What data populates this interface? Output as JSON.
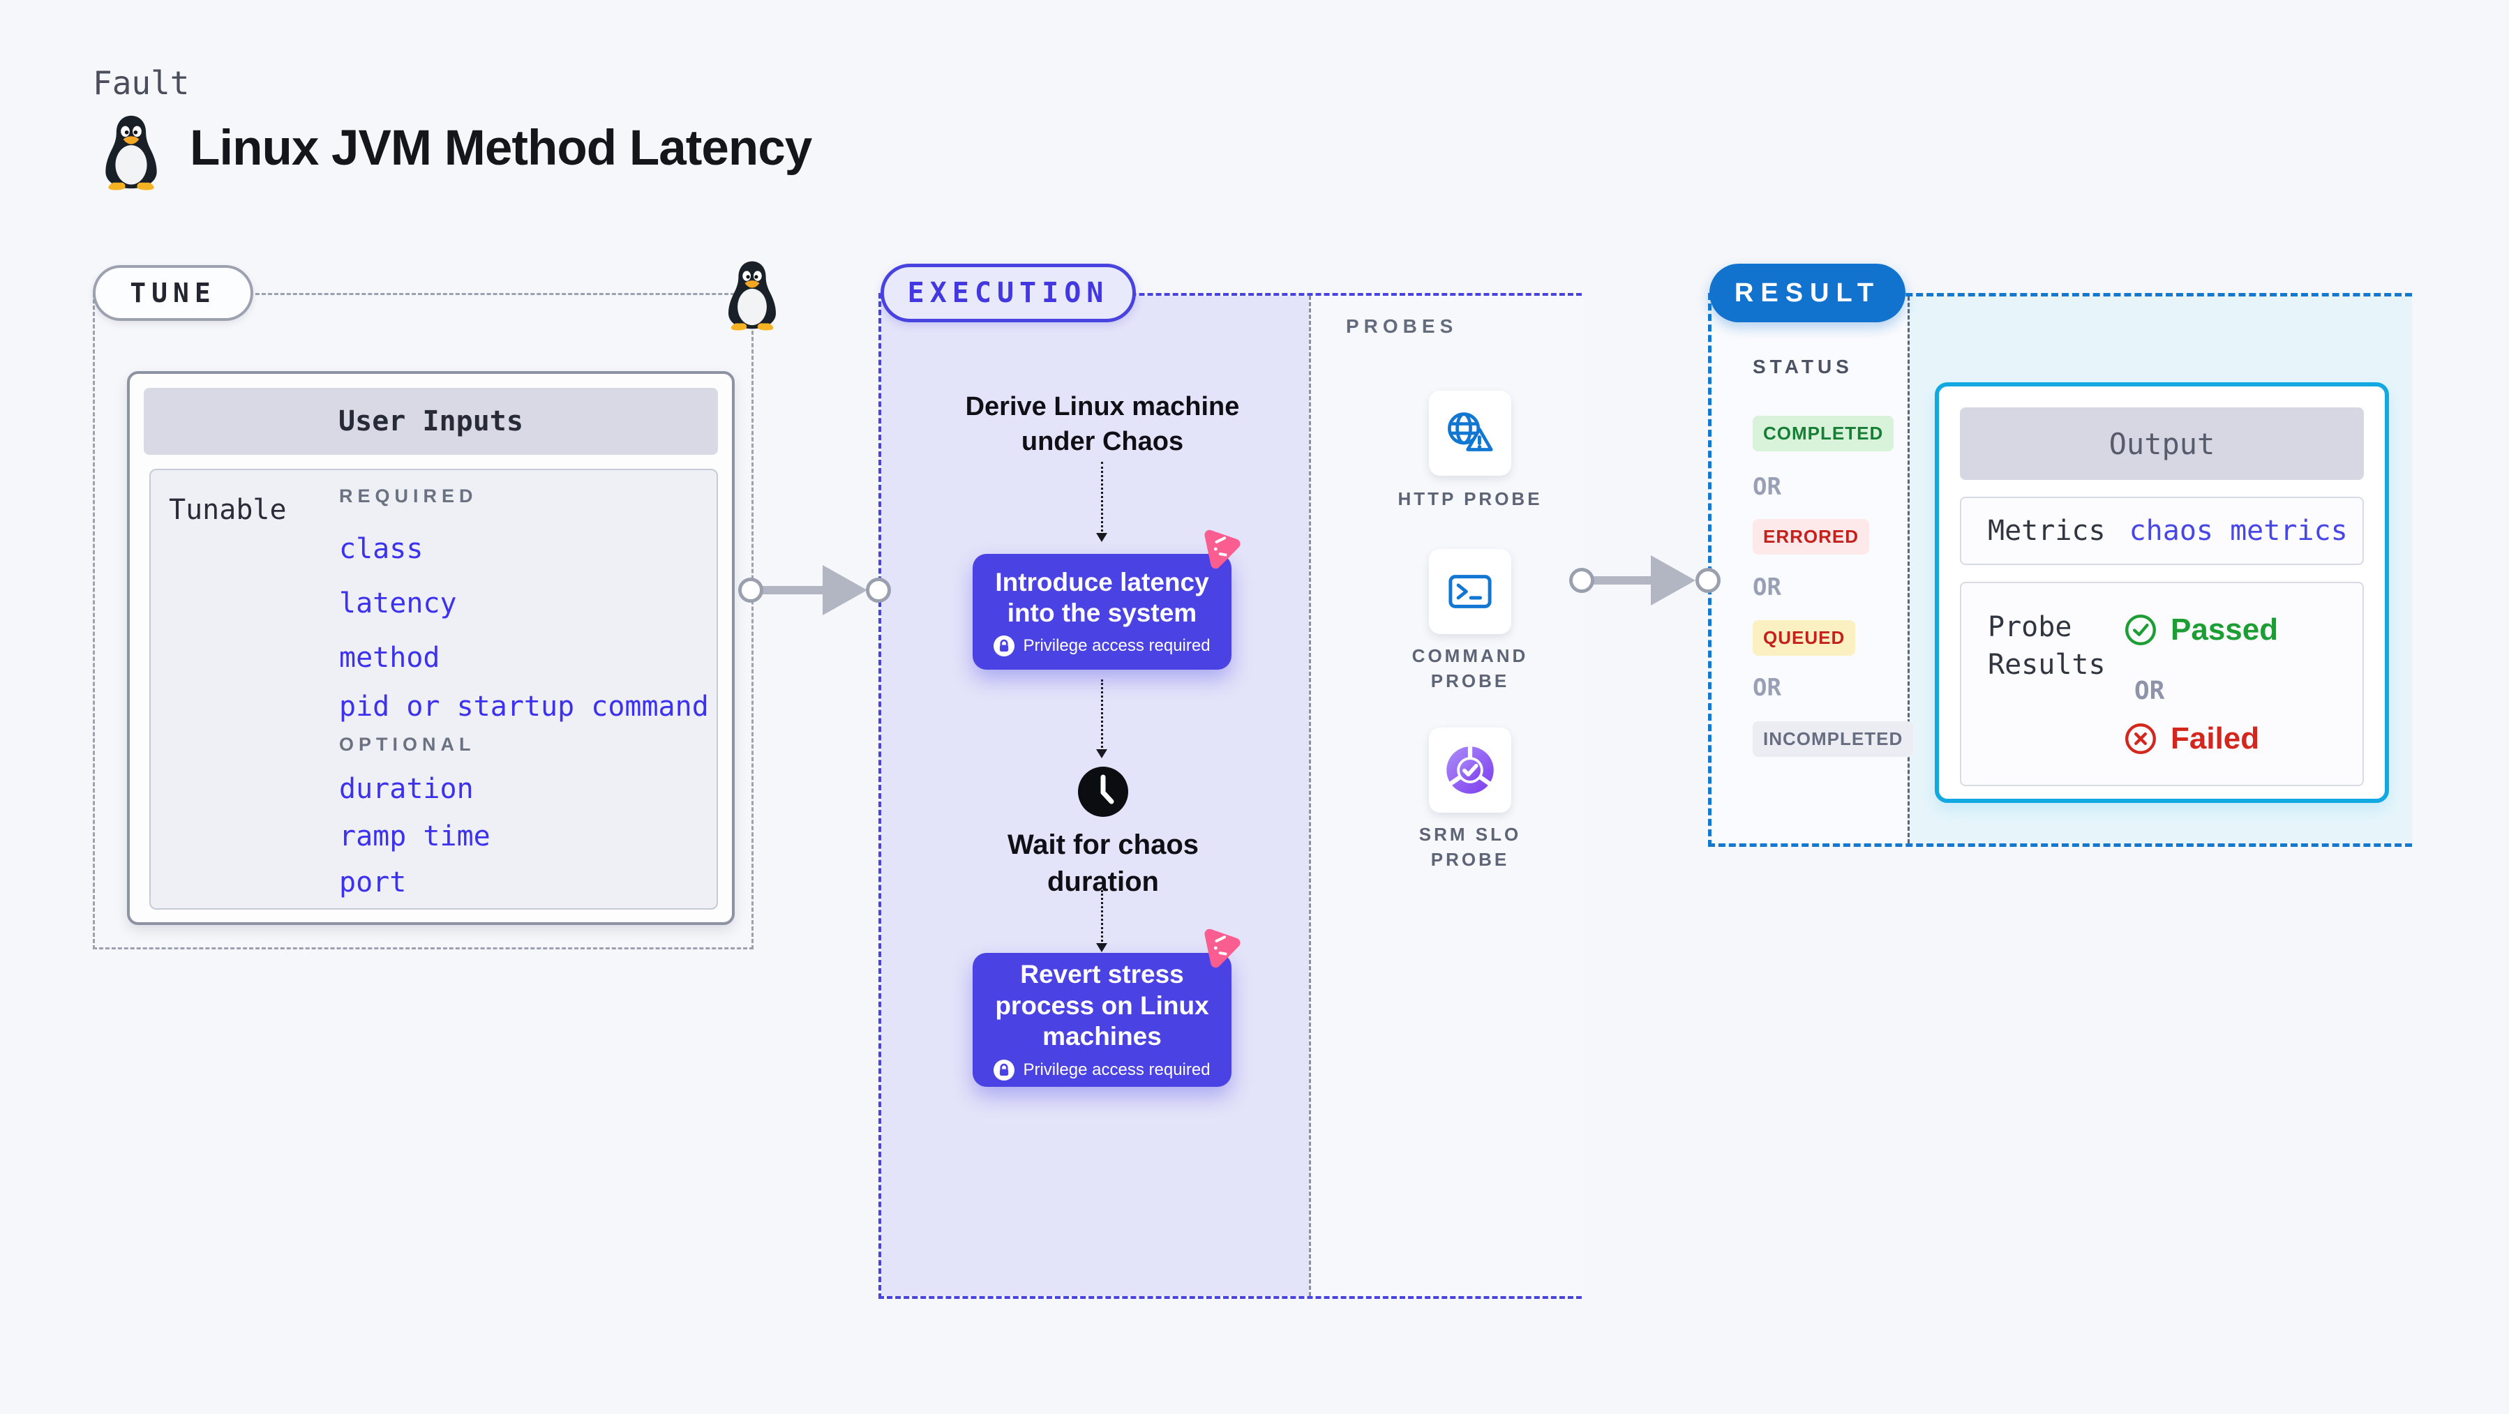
{
  "header": {
    "fault_label": "Fault",
    "title": "Linux JVM Method Latency"
  },
  "tune": {
    "badge": "TUNE",
    "table_title": "User Inputs",
    "row_label": "Tunable",
    "required_label": "REQUIRED",
    "optional_label": "OPTIONAL",
    "required_items": [
      "class",
      "latency",
      "method",
      "pid or startup command"
    ],
    "optional_items": [
      "duration",
      "ramp time",
      "port"
    ]
  },
  "execution": {
    "badge": "EXECUTION",
    "step_derive": "Derive Linux machine\nunder Chaos",
    "step_introduce": {
      "title": "Introduce latency\ninto the system",
      "note": "Privilege access required"
    },
    "step_wait": "Wait for chaos\nduration",
    "step_revert": {
      "title": "Revert stress\nprocess on Linux\nmachines",
      "note": "Privilege access required"
    }
  },
  "probes": {
    "label": "PROBES",
    "items": [
      {
        "name": "HTTP PROBE",
        "icon": "globe-alert-icon"
      },
      {
        "name": "COMMAND\nPROBE",
        "icon": "terminal-icon"
      },
      {
        "name": "SRM SLO\nPROBE",
        "icon": "slo-gauge-icon"
      }
    ]
  },
  "result": {
    "badge": "RESULT",
    "status_label": "STATUS",
    "or_label": "OR",
    "statuses": [
      {
        "label": "COMPLETED",
        "type": "success"
      },
      {
        "label": "ERRORED",
        "type": "error"
      },
      {
        "label": "QUEUED",
        "type": "warning"
      },
      {
        "label": "INCOMPLETED",
        "type": "neutral"
      }
    ],
    "output": {
      "title": "Output",
      "metrics_label": "Metrics",
      "metrics_value": "chaos metrics",
      "probe_results_label": "Probe\nResults",
      "passed": "Passed",
      "failed": "Failed"
    }
  },
  "colors": {
    "background": "#f6f7fb",
    "indigo_accent": "#4b42e4",
    "blue_accent": "#1173cd",
    "cyan_accent": "#12a9e2",
    "pink_accent": "#fa5d90",
    "link_blue": "#3b31ef",
    "success_green": "#1d9e34",
    "error_red": "#d3271d",
    "probe_icon_blue": "#1277d2"
  }
}
